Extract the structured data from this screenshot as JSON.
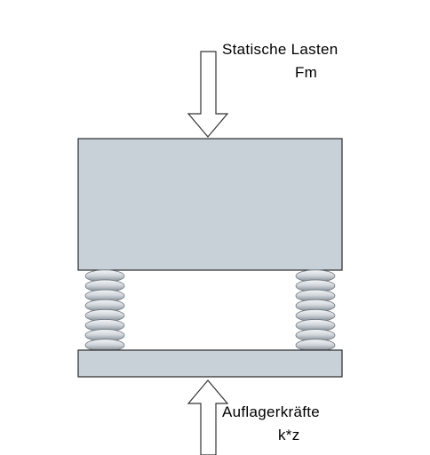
{
  "labels": {
    "top_line1": "Statische Lasten",
    "top_line2": "Fm",
    "bottom_line1": "Auflagerkräfte",
    "bottom_line2": "k*z"
  },
  "colors": {
    "block_fill": "#c8d0d8",
    "block_stroke": "#2a2a2a",
    "arrow_fill": "#ffffff",
    "arrow_stroke": "#333333",
    "spring_light": "#eef1f4",
    "spring_dark": "#8a939c"
  }
}
